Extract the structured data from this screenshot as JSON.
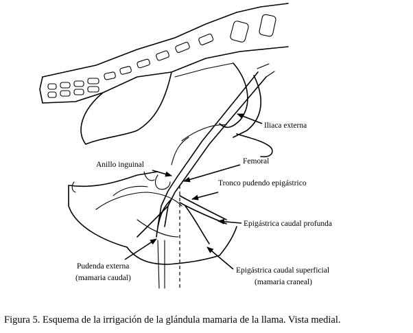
{
  "labels": {
    "iliaca_externa": "Iliaca externa",
    "anillo_inguinal": "Anillo inguinal",
    "femoral": "Femoral",
    "tronco_pudendo": "Tronco pudendo epigástrico",
    "epigastrica_profunda": "Epigástrica caudal profunda",
    "pudenda_externa_1": "Pudenda externa",
    "pudenda_externa_2": "(mamaria caudal)",
    "epigastrica_superficial_1": "Epigástrica caudal superficial",
    "epigastrica_superficial_2": "(mamaria craneal)"
  },
  "caption": "Figura 5. Esquema de la irrigación de la glándula mamaria de la llama. Vista medial."
}
